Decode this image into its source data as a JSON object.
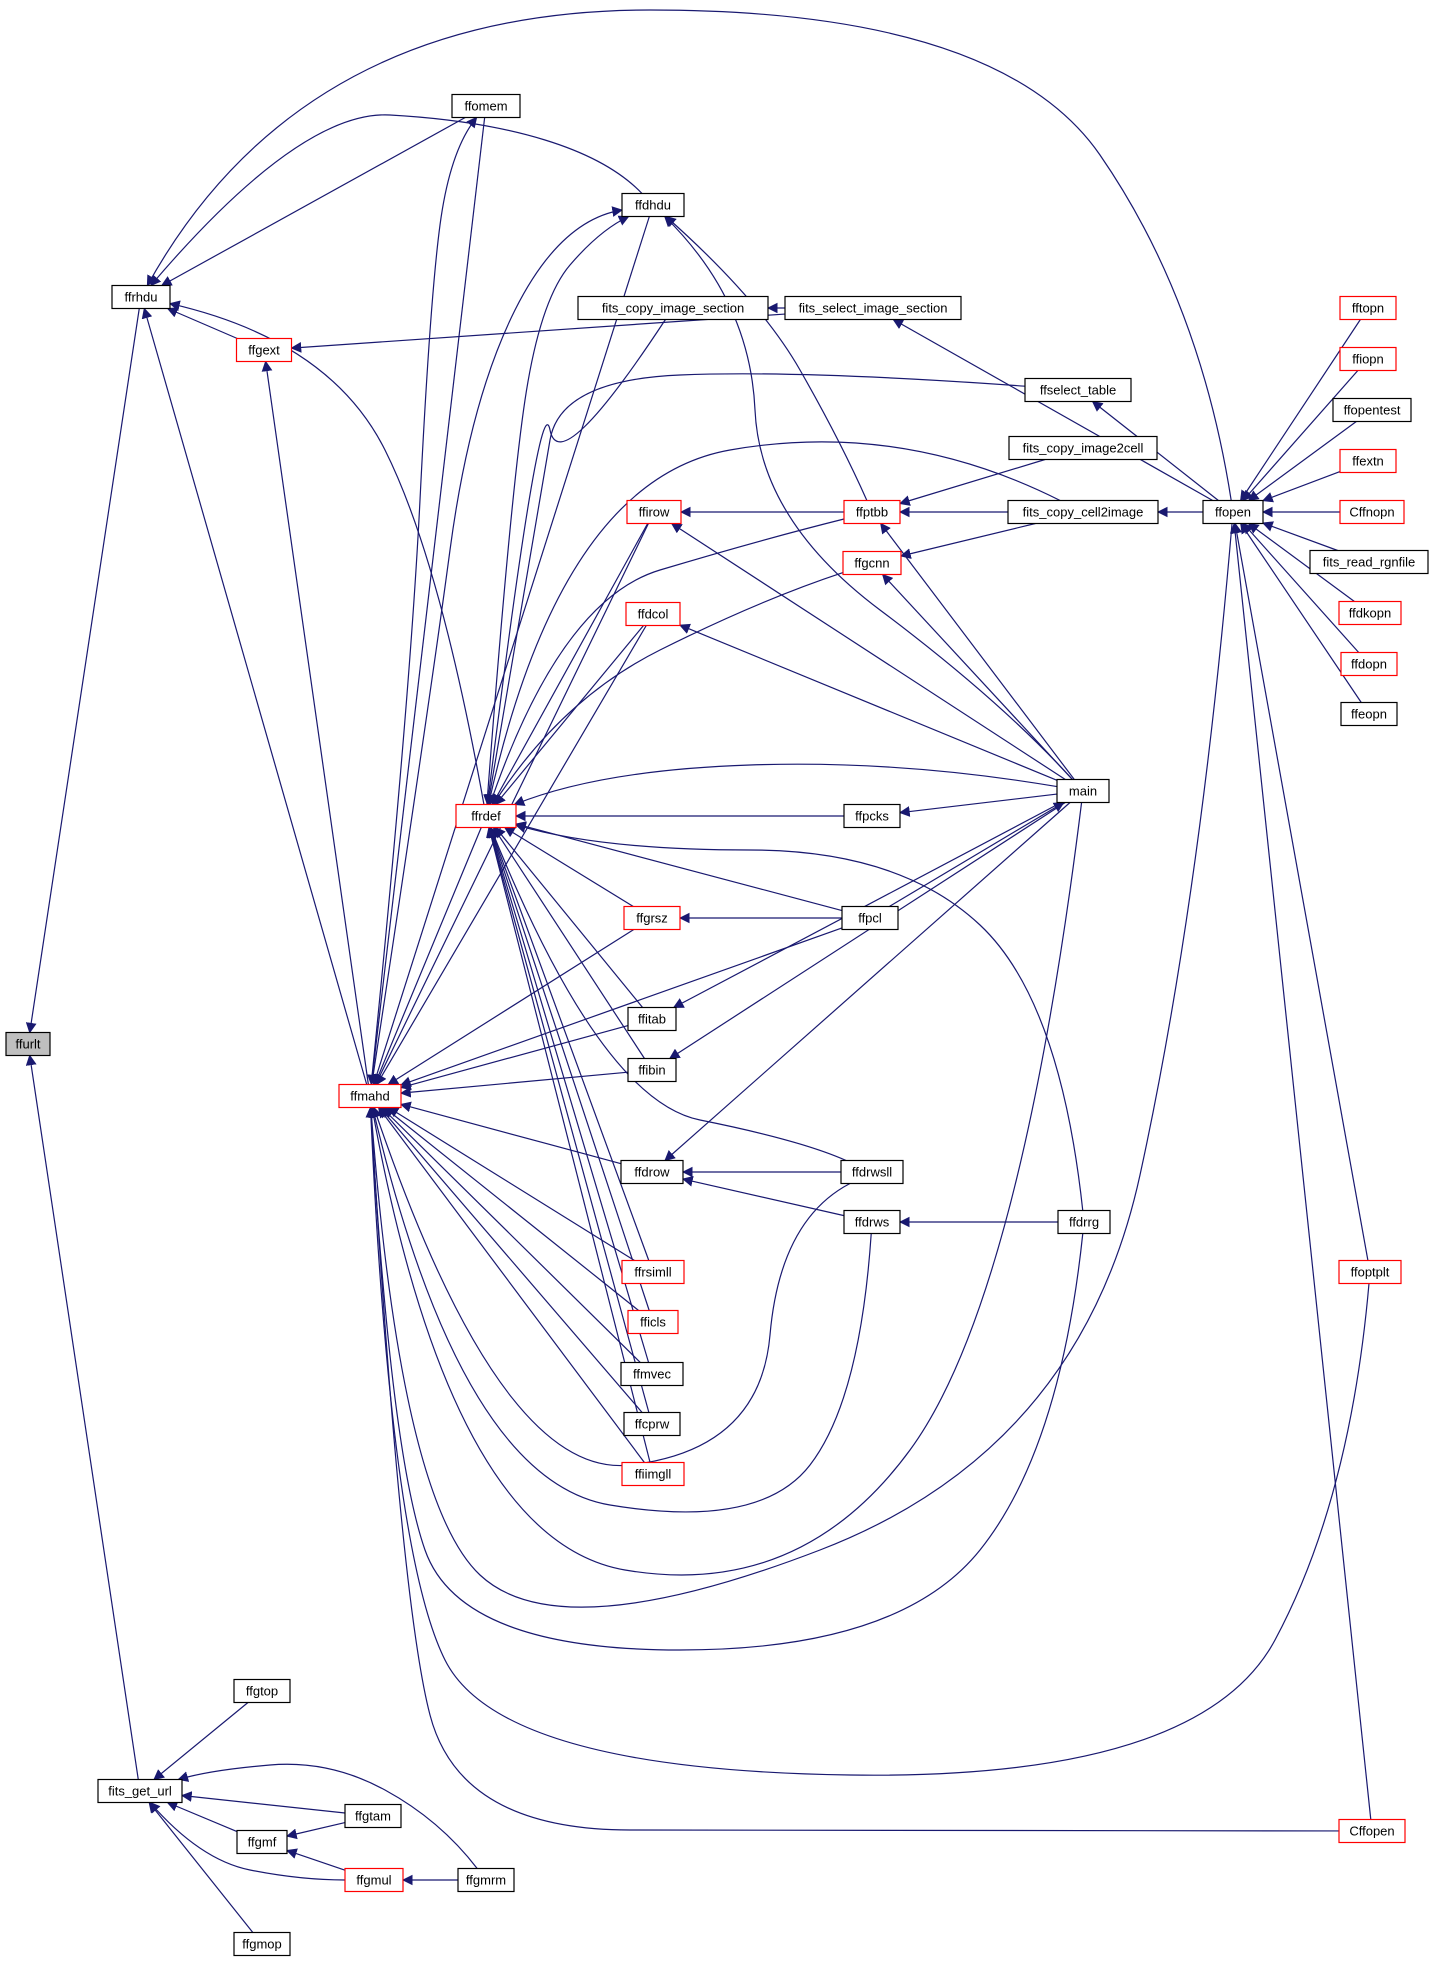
{
  "colors": {
    "edge": "#191970",
    "node_border_normal": "#000000",
    "node_border_linked": "#ff0000",
    "node_fill": "#ffffff",
    "node_fill_focus": "#bfbfbf"
  },
  "nodes": {
    "ffurlt": {
      "label": "ffurlt",
      "style": "focus"
    },
    "ffrhdu": {
      "label": "ffrhdu",
      "style": "normal"
    },
    "ffgext": {
      "label": "ffgext",
      "style": "linked"
    },
    "ffomem": {
      "label": "ffomem",
      "style": "normal"
    },
    "ffdhdu": {
      "label": "ffdhdu",
      "style": "normal"
    },
    "fits_copy_image_section": {
      "label": "fits_copy_image_section",
      "style": "normal"
    },
    "fits_select_image_section": {
      "label": "fits_select_image_section",
      "style": "normal"
    },
    "ffselect_table": {
      "label": "ffselect_table",
      "style": "normal"
    },
    "fits_copy_image2cell": {
      "label": "fits_copy_image2cell",
      "style": "normal"
    },
    "fits_copy_cell2image": {
      "label": "fits_copy_cell2image",
      "style": "normal"
    },
    "ffptbb": {
      "label": "ffptbb",
      "style": "linked"
    },
    "ffirow": {
      "label": "ffirow",
      "style": "linked"
    },
    "ffgcnn": {
      "label": "ffgcnn",
      "style": "linked"
    },
    "ffdcol": {
      "label": "ffdcol",
      "style": "linked"
    },
    "ffrdef": {
      "label": "ffrdef",
      "style": "linked"
    },
    "main": {
      "label": "main",
      "style": "normal"
    },
    "ffpcks": {
      "label": "ffpcks",
      "style": "normal"
    },
    "ffgrsz": {
      "label": "ffgrsz",
      "style": "linked"
    },
    "ffpcl": {
      "label": "ffpcl",
      "style": "normal"
    },
    "ffitab": {
      "label": "ffitab",
      "style": "normal"
    },
    "ffibin": {
      "label": "ffibin",
      "style": "normal"
    },
    "ffmahd": {
      "label": "ffmahd",
      "style": "linked"
    },
    "ffdrow": {
      "label": "ffdrow",
      "style": "normal"
    },
    "ffdrwsll": {
      "label": "ffdrwsll",
      "style": "normal"
    },
    "ffdrws": {
      "label": "ffdrws",
      "style": "normal"
    },
    "ffdrrg": {
      "label": "ffdrrg",
      "style": "normal"
    },
    "ffrsimll": {
      "label": "ffrsimll",
      "style": "linked"
    },
    "fficls": {
      "label": "fficls",
      "style": "linked"
    },
    "ffmvec": {
      "label": "ffmvec",
      "style": "normal"
    },
    "ffcprw": {
      "label": "ffcprw",
      "style": "normal"
    },
    "ffiimgll": {
      "label": "ffiimgll",
      "style": "linked"
    },
    "ffopen": {
      "label": "ffopen",
      "style": "normal"
    },
    "fftopn": {
      "label": "fftopn",
      "style": "linked"
    },
    "ffiopn": {
      "label": "ffiopn",
      "style": "linked"
    },
    "ffopentest": {
      "label": "ffopentest",
      "style": "normal"
    },
    "ffextn": {
      "label": "ffextn",
      "style": "linked"
    },
    "Cffnopn": {
      "label": "Cffnopn",
      "style": "linked"
    },
    "fits_read_rgnfile": {
      "label": "fits_read_rgnfile",
      "style": "normal"
    },
    "ffdkopn": {
      "label": "ffdkopn",
      "style": "linked"
    },
    "ffdopn": {
      "label": "ffdopn",
      "style": "linked"
    },
    "ffeopn": {
      "label": "ffeopn",
      "style": "normal"
    },
    "ffoptplt": {
      "label": "ffoptplt",
      "style": "linked"
    },
    "Cffopen": {
      "label": "Cffopen",
      "style": "linked"
    },
    "fits_get_url": {
      "label": "fits_get_url",
      "style": "normal"
    },
    "ffgtop": {
      "label": "ffgtop",
      "style": "normal"
    },
    "ffgtam": {
      "label": "ffgtam",
      "style": "normal"
    },
    "ffgmf": {
      "label": "ffgmf",
      "style": "normal"
    },
    "ffgmul": {
      "label": "ffgmul",
      "style": "linked"
    },
    "ffgmrm": {
      "label": "ffgmrm",
      "style": "normal"
    },
    "ffgmop": {
      "label": "ffgmop",
      "style": "normal"
    }
  },
  "edges": [
    [
      "ffrhdu",
      "ffurlt"
    ],
    [
      "fits_get_url",
      "ffurlt"
    ],
    [
      "ffgext",
      "ffrhdu"
    ],
    [
      "ffomem",
      "ffrhdu"
    ],
    [
      "ffdhdu",
      "ffrhdu"
    ],
    [
      "ffopen",
      "ffrhdu"
    ],
    [
      "ffrdef",
      "ffrhdu"
    ],
    [
      "ffmahd",
      "ffrhdu"
    ],
    [
      "ffmahd",
      "ffgext"
    ],
    [
      "fits_select_image_section",
      "ffgext"
    ],
    [
      "ffmahd",
      "ffomem"
    ],
    [
      "ffmahd",
      "ffdhdu"
    ],
    [
      "ffrdef",
      "ffdhdu"
    ],
    [
      "ffptbb",
      "ffdhdu"
    ],
    [
      "main",
      "ffdhdu"
    ],
    [
      "fits_select_image_section",
      "fits_copy_image_section"
    ],
    [
      "ffopen",
      "fits_select_image_section"
    ],
    [
      "ffopen",
      "ffselect_table"
    ],
    [
      "fits_copy_cell2image",
      "ffptbb"
    ],
    [
      "fits_copy_image2cell",
      "ffptbb"
    ],
    [
      "fits_copy_cell2image",
      "ffgcnn"
    ],
    [
      "ffopen",
      "fits_copy_cell2image"
    ],
    [
      "ffptbb",
      "ffirow"
    ],
    [
      "main",
      "ffirow"
    ],
    [
      "main",
      "ffptbb"
    ],
    [
      "main",
      "ffgcnn"
    ],
    [
      "main",
      "ffdcol"
    ],
    [
      "main",
      "ffpcks"
    ],
    [
      "ffpcl",
      "main"
    ],
    [
      "ffpcl",
      "ffgrsz"
    ],
    [
      "main",
      "ffitab"
    ],
    [
      "main",
      "ffibin"
    ],
    [
      "main",
      "ffdrow"
    ],
    [
      "ffdrwsll",
      "ffdrow"
    ],
    [
      "ffdrws",
      "ffdrow"
    ],
    [
      "ffdrrg",
      "ffdrws"
    ],
    [
      "ffpcks",
      "ffrdef"
    ],
    [
      "ffpcl",
      "ffrdef"
    ],
    [
      "ffgrsz",
      "ffrdef"
    ],
    [
      "ffitab",
      "ffrdef"
    ],
    [
      "ffibin",
      "ffrdef"
    ],
    [
      "ffirow",
      "ffrdef"
    ],
    [
      "ffdcol",
      "ffrdef"
    ],
    [
      "ffgcnn",
      "ffrdef"
    ],
    [
      "ffptbb",
      "ffrdef"
    ],
    [
      "main",
      "ffrdef"
    ],
    [
      "ffdrrg",
      "ffrdef"
    ],
    [
      "ffdrwsll",
      "ffrdef"
    ],
    [
      "ffrsimll",
      "ffrdef"
    ],
    [
      "fficls",
      "ffrdef"
    ],
    [
      "ffmvec",
      "ffrdef"
    ],
    [
      "ffcprw",
      "ffrdef"
    ],
    [
      "ffiimgll",
      "ffrdef"
    ],
    [
      "fits_copy_image_section",
      "ffrdef"
    ],
    [
      "ffselect_table",
      "ffrdef"
    ],
    [
      "fits_copy_cell2image",
      "ffrdef"
    ],
    [
      "ffrdef",
      "ffmahd"
    ],
    [
      "ffomem",
      "ffmahd"
    ],
    [
      "ffdhdu",
      "ffmahd"
    ],
    [
      "ffirow",
      "ffmahd"
    ],
    [
      "ffdcol",
      "ffmahd"
    ],
    [
      "ffgrsz",
      "ffmahd"
    ],
    [
      "ffitab",
      "ffmahd"
    ],
    [
      "ffibin",
      "ffmahd"
    ],
    [
      "ffpcl",
      "ffmahd"
    ],
    [
      "ffdrow",
      "ffmahd"
    ],
    [
      "ffrsimll",
      "ffmahd"
    ],
    [
      "fficls",
      "ffmahd"
    ],
    [
      "ffmvec",
      "ffmahd"
    ],
    [
      "ffcprw",
      "ffmahd"
    ],
    [
      "ffiimgll",
      "ffmahd"
    ],
    [
      "ffdrws",
      "ffmahd"
    ],
    [
      "ffdrwsll",
      "ffmahd"
    ],
    [
      "main",
      "ffmahd"
    ],
    [
      "ffdrrg",
      "ffmahd"
    ],
    [
      "ffopen",
      "ffmahd"
    ],
    [
      "ffoptplt",
      "ffmahd"
    ],
    [
      "Cffopen",
      "ffmahd"
    ],
    [
      "fftopn",
      "ffopen"
    ],
    [
      "ffiopn",
      "ffopen"
    ],
    [
      "ffopentest",
      "ffopen"
    ],
    [
      "ffextn",
      "ffopen"
    ],
    [
      "Cffnopn",
      "ffopen"
    ],
    [
      "fits_read_rgnfile",
      "ffopen"
    ],
    [
      "ffdkopn",
      "ffopen"
    ],
    [
      "ffdopn",
      "ffopen"
    ],
    [
      "ffeopn",
      "ffopen"
    ],
    [
      "ffoptplt",
      "ffopen"
    ],
    [
      "Cffopen",
      "ffopen"
    ],
    [
      "ffgtop",
      "fits_get_url"
    ],
    [
      "ffgtam",
      "fits_get_url"
    ],
    [
      "ffgmf",
      "fits_get_url"
    ],
    [
      "ffgmul",
      "fits_get_url"
    ],
    [
      "ffgmrm",
      "fits_get_url"
    ],
    [
      "ffgmop",
      "fits_get_url"
    ],
    [
      "ffgtam",
      "ffgmf"
    ],
    [
      "ffgmul",
      "ffgmf"
    ],
    [
      "ffgmrm",
      "ffgmul"
    ]
  ]
}
